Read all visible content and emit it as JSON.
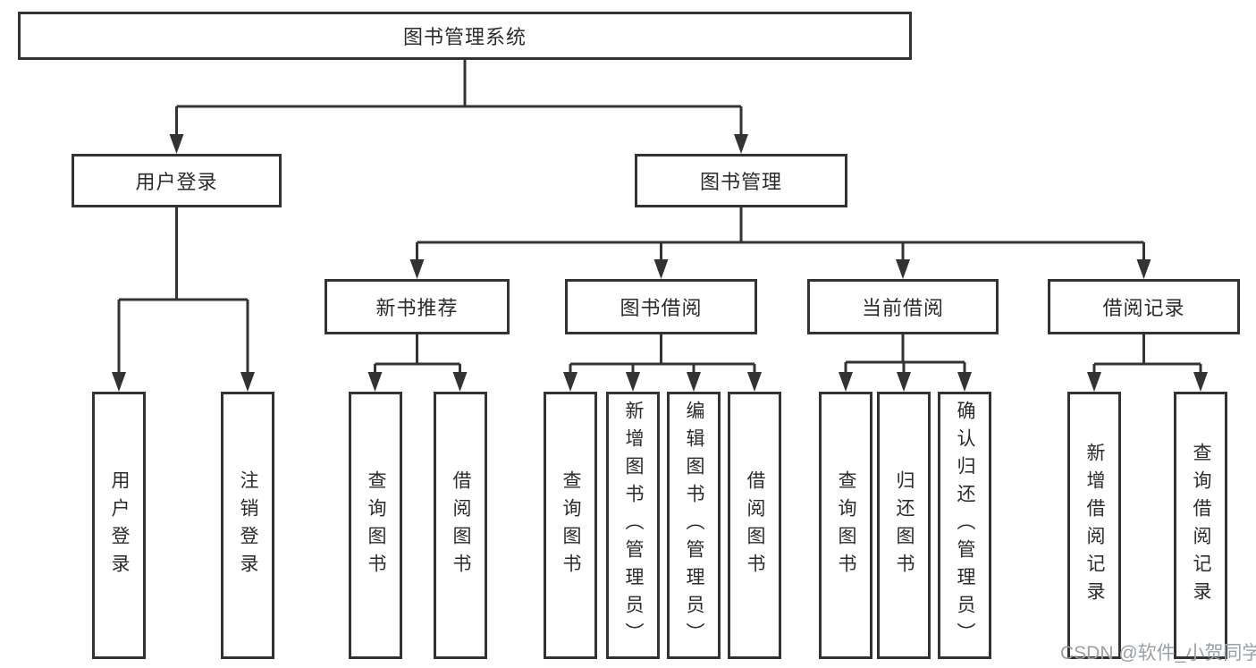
{
  "diagram": {
    "root": {
      "label": "图书管理系统"
    },
    "branches": [
      {
        "label": "用户登录",
        "children": [
          {
            "label": "用户登录"
          },
          {
            "label": "注销登录"
          }
        ]
      },
      {
        "label": "图书管理",
        "children": [
          {
            "label": "新书推荐",
            "children": [
              {
                "label": "查询图书"
              },
              {
                "label": "借阅图书"
              }
            ]
          },
          {
            "label": "图书借阅",
            "children": [
              {
                "label": "查询图书"
              },
              {
                "label": "新增图书（管理员）"
              },
              {
                "label": "编辑图书（管理员）"
              },
              {
                "label": "借阅图书"
              }
            ]
          },
          {
            "label": "当前借阅",
            "children": [
              {
                "label": "查询图书"
              },
              {
                "label": "归还图书"
              },
              {
                "label": "确认归还（管理员）"
              }
            ]
          },
          {
            "label": "借阅记录",
            "children": [
              {
                "label": "新增借阅记录"
              },
              {
                "label": "查询借阅记录"
              }
            ]
          }
        ]
      }
    ]
  },
  "watermark": {
    "text": "CSDN @软件_小贺同学"
  },
  "colors": {
    "line": "#333333",
    "box_border": "#333333",
    "text": "#2b2b2b",
    "watermark": "#9ba0a4",
    "background": "#ffffff"
  }
}
